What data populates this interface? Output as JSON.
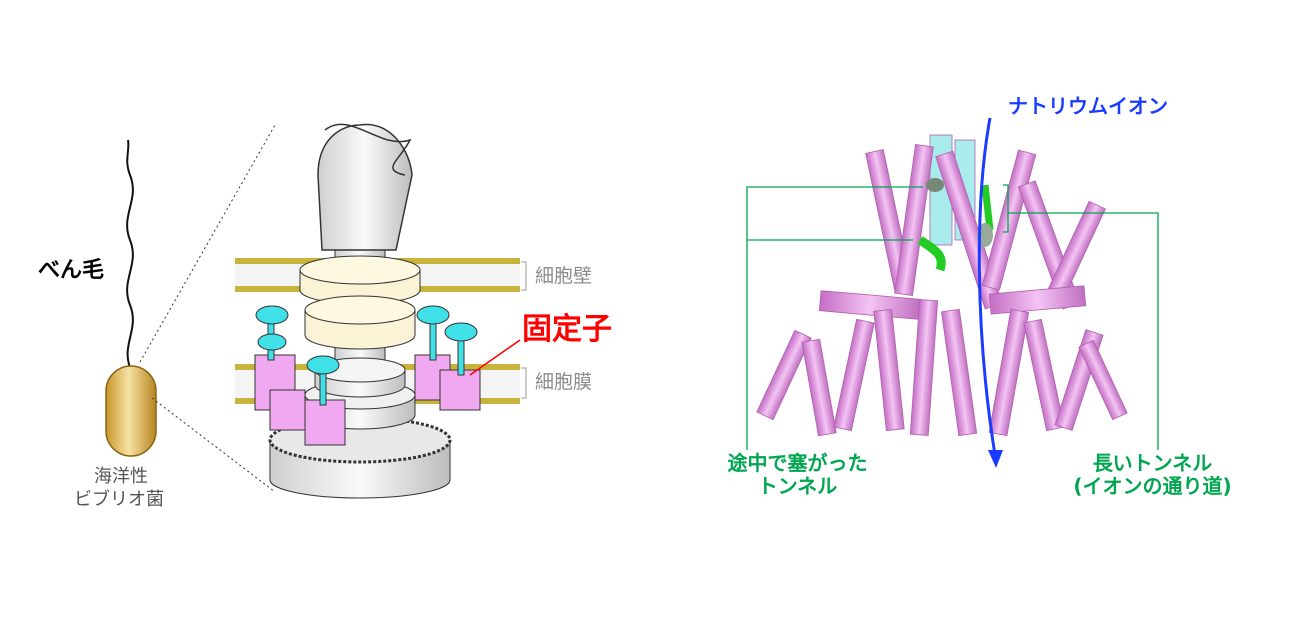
{
  "left_panel": {
    "flagellum_label": "べん毛",
    "bacterium_label_line1": "海洋性",
    "bacterium_label_line2": "ビブリオ菌",
    "cell_wall_label": "細胞壁",
    "cell_membrane_label": "細胞膜",
    "stator_label": "固定子"
  },
  "right_panel": {
    "sodium_ion_label": "ナトリウムイオン",
    "blocked_tunnel_line1": "途中で塞がった",
    "blocked_tunnel_line2": "トンネル",
    "long_tunnel_line1": "長いトンネル",
    "long_tunnel_line2": "(イオンの通り道)"
  },
  "colors": {
    "stator_red": "#ff0000",
    "ion_blue": "#1a3cff",
    "tunnel_green": "#00a650",
    "helix_pink": "#e6a0e6",
    "membrane_gold": "#c8b43c"
  }
}
